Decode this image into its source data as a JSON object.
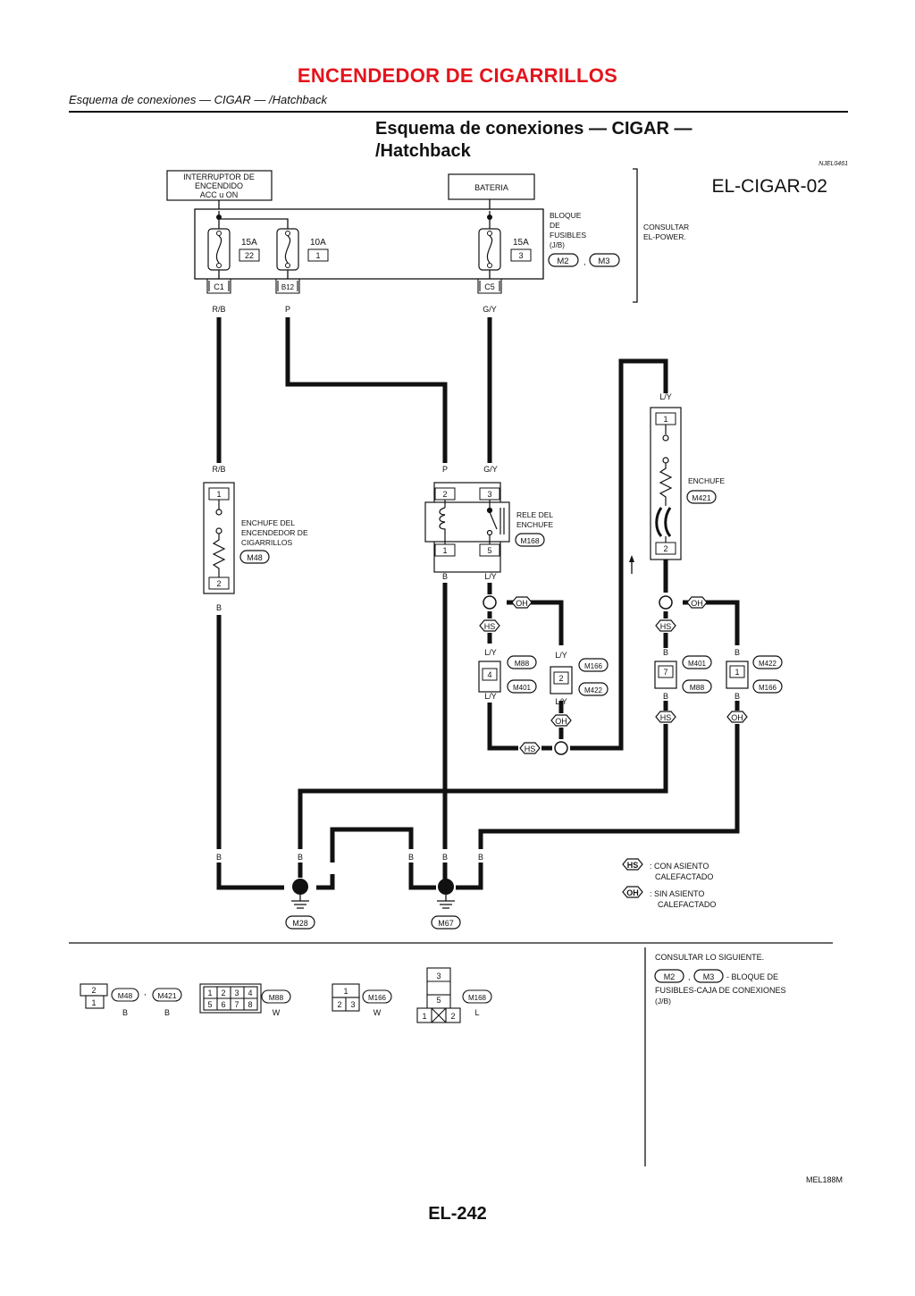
{
  "header": {
    "title": "ENCENDEDOR DE CIGARRILLOS",
    "running_head": "Esquema de conexiones — CIGAR — /Hatchback",
    "section_title_line1": "Esquema de conexiones — CIGAR —",
    "section_title_line2": "/Hatchback"
  },
  "diagram": {
    "ref_code": "NJEL0461",
    "diagram_id": "EL-CIGAR-02",
    "figure_code": "MEL188M",
    "ignition_switch": [
      "INTERRUPTOR DE",
      "ENCENDIDO",
      "ACC u ON"
    ],
    "battery": "BATERIA",
    "fuse_block_label": [
      "BLOQUE",
      "DE",
      "FUSIBLES",
      "(J/B)"
    ],
    "consult_power": [
      "CONSULTAR",
      "EL-POWER."
    ],
    "fuses": [
      {
        "amps": "15A",
        "number": "22"
      },
      {
        "amps": "10A",
        "number": "1"
      },
      {
        "amps": "15A",
        "number": "3"
      }
    ],
    "fuse_block_connectors": [
      "M2",
      "M3"
    ],
    "fuse_block_terminals": [
      "C1",
      "B12",
      "C5"
    ],
    "wire_colors": {
      "rb": "R/B",
      "p": "P",
      "gy": "G/Y",
      "ly": "L/Y",
      "b": "B"
    },
    "lighter_socket": {
      "label": [
        "ENCHUFE DEL",
        "ENCENDEDOR DE",
        "CIGARRILLOS"
      ],
      "connector": "M48",
      "pins": [
        "1",
        "2"
      ]
    },
    "socket_relay": {
      "label": [
        "RELE DEL",
        "ENCHUFE"
      ],
      "connector": "M168",
      "pins": [
        "2",
        "3",
        "1",
        "5"
      ]
    },
    "socket": {
      "label": "ENCHUFE",
      "connector": "M421",
      "pins": [
        "1",
        "2"
      ]
    },
    "options": [
      "OH",
      "HS"
    ],
    "joint_connectors": {
      "m88_m401_pin": "4",
      "m88": "M88",
      "m401": "M401",
      "m166_m422_pin": "2",
      "m166": "M166",
      "m422": "M422",
      "m401_m88_pin": "7",
      "m422_m166_pin": "1"
    },
    "grounds": [
      "M28",
      "M67"
    ],
    "legend": [
      {
        "code": "HS",
        "text": [
          ": CON ASIENTO",
          "CALEFACTADO"
        ]
      },
      {
        "code": "OH",
        "text": [
          ": SIN ASIENTO",
          "CALEFACTADO"
        ]
      }
    ],
    "consult_following": {
      "title": "CONSULTAR LO SIGUIENTE.",
      "codes": [
        "M2",
        "M3"
      ],
      "sep": ",",
      "desc_line1": "- BLOQUE DE",
      "desc_line2": "FUSIBLES-CAJA DE CONEXIONES",
      "desc_line3": "(J/B)"
    },
    "connector_views": [
      {
        "names": [
          "M48",
          "M421"
        ],
        "colors": [
          "B",
          "B"
        ],
        "pins": [
          "2",
          "1"
        ]
      },
      {
        "names": [
          "M88"
        ],
        "colors": [
          "W"
        ],
        "pins": [
          "1",
          "2",
          "3",
          "4",
          "5",
          "6",
          "7",
          "8"
        ]
      },
      {
        "names": [
          "M166"
        ],
        "colors": [
          "W"
        ],
        "pins": [
          "1",
          "2",
          "3"
        ]
      },
      {
        "names": [
          "M168"
        ],
        "colors": [
          "L"
        ],
        "pins": [
          "3",
          "5",
          "1",
          "2"
        ]
      }
    ]
  },
  "footer": {
    "page_number": "EL-242"
  }
}
